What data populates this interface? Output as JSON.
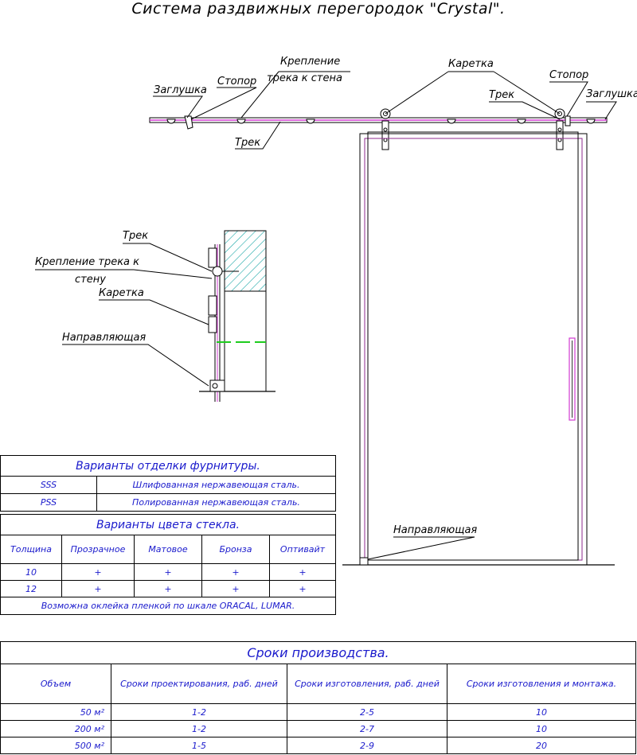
{
  "title": "Система раздвижных перегородок \"Crystal\".",
  "labels": {
    "zaglushka_left": "Заглушка",
    "stopor_left": "Стопор",
    "kreplenie_top_1": "Крепление",
    "kreplenie_top_2": "трека к стена",
    "karetka_top": "Каретка",
    "stopor_right": "Стопор",
    "trek_right": "Трек",
    "zaglushka_right": "Заглушка",
    "trek_bottom": "Трек",
    "side_trek": "Трек",
    "side_kreplenie_1": "Крепление трека к",
    "side_kreplenie_2": "стену",
    "side_karetka": "Каретка",
    "side_napravl": "Направляющая",
    "door_napravl": "Направляющая"
  },
  "finish_table": {
    "title": "Варианты отделки фурнитуры.",
    "rows": [
      {
        "code": "SSS",
        "desc": "Шлифованная нержавеющая сталь."
      },
      {
        "code": "PSS",
        "desc": "Полированная нержавеющая сталь."
      }
    ]
  },
  "glass_table": {
    "title": "Варианты цвета стекла.",
    "headers": [
      "Толщина",
      "Прозрачное",
      "Матовое",
      "Бронза",
      "Оптивайт"
    ],
    "rows": [
      [
        "10",
        "+",
        "+",
        "+",
        "+"
      ],
      [
        "12",
        "+",
        "+",
        "+",
        "+"
      ]
    ],
    "note": "Возможна оклейка пленкой по шкале ORACAL, LUMAR."
  },
  "production_table": {
    "title": "Сроки производства.",
    "headers": [
      "Объем",
      "Сроки проектирования, раб. дней",
      "Сроки изготовления, раб. дней",
      "Сроки изготовления и монтажа."
    ],
    "rows": [
      [
        "50 м²",
        "1-2",
        "2-5",
        "10"
      ],
      [
        "200 м²",
        "1-2",
        "2-7",
        "10"
      ],
      [
        "500 м²",
        "1-5",
        "2-9",
        "20"
      ]
    ]
  }
}
